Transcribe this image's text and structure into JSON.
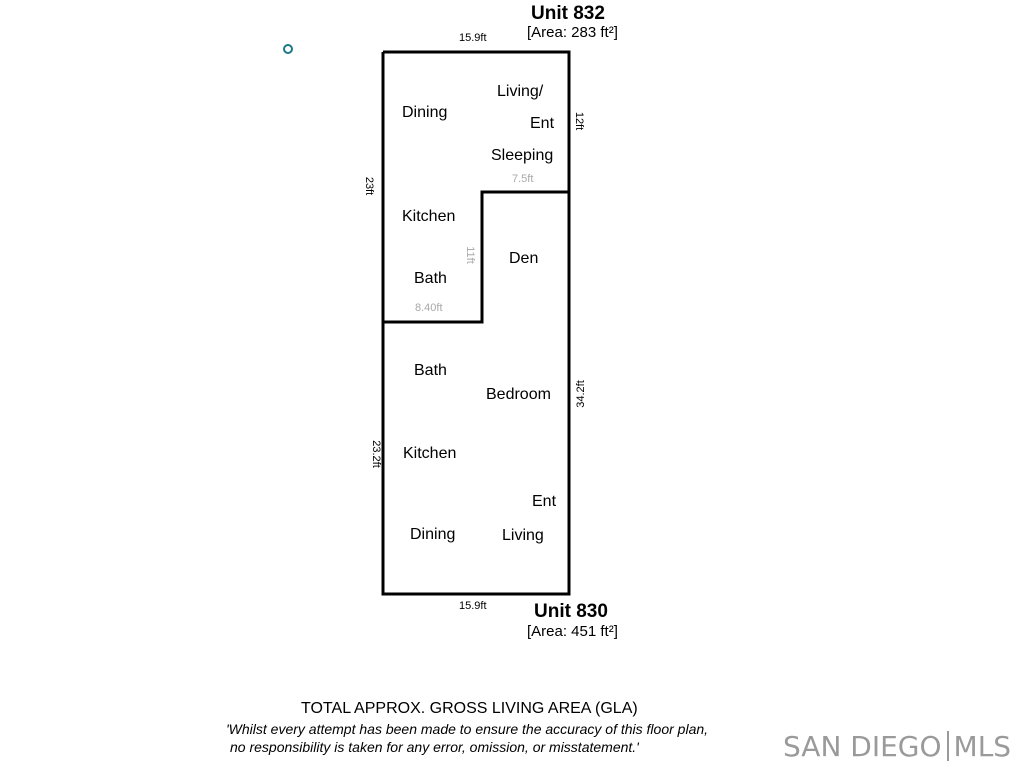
{
  "units": [
    {
      "title": "Unit 832",
      "area": "[Area: 283 ft²]",
      "dims": {
        "top": "15.9ft",
        "right": "12ft",
        "left": "23ft",
        "inner_h": "7.5ft",
        "inner_v": "11ft",
        "inner_bottom": "8.40ft"
      },
      "rooms": [
        "Dining",
        "Living/",
        "Ent",
        "Sleeping",
        "Kitchen",
        "Den",
        "Bath"
      ]
    },
    {
      "title": "Unit 830",
      "area": "[Area: 451 ft²]",
      "dims": {
        "bottom": "15.9ft",
        "left": "23.2ft",
        "right": "34.2ft"
      },
      "rooms": [
        "Bath",
        "Bedroom",
        "Kitchen",
        "Ent",
        "Dining",
        "Living"
      ]
    }
  ],
  "gla_label": "TOTAL APPROX. GROSS LIVING AREA (GLA)",
  "disclaimer": [
    "'Whilst every attempt has been made to ensure the accuracy of this floor plan,",
    "no responsibility is taken for any error, omission, or misstatement.'"
  ],
  "logo": {
    "left": "SAN DIEGO",
    "right": "MLS"
  },
  "colors": {
    "walls": "#000000",
    "compass": "#1a7a8a",
    "light_dim": "#a8a8a8",
    "logo": "#9a9a9a"
  }
}
